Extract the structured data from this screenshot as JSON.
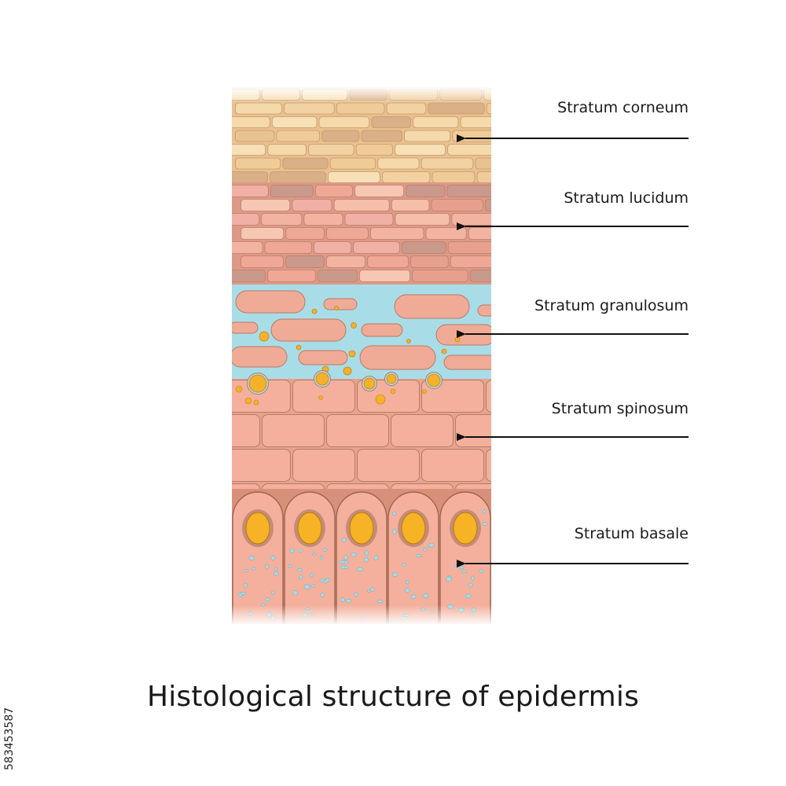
{
  "title": "Histological structure of epidermis",
  "stock_id": "583453587",
  "layers": [
    {
      "label": "Stratum corneum"
    },
    {
      "label": "Stratum lucidum"
    },
    {
      "label": "Stratum granulosum"
    },
    {
      "label": "Stratum spinosum"
    },
    {
      "label": "Stratum basale"
    }
  ],
  "colors": {
    "corneum": "#f0d4a4",
    "lucidum": "#f2b8a2",
    "granulosum_fluid": "#a8dde8",
    "cell": "#f4b09c",
    "cell_outline": "#b97a64",
    "granule": "#f5b12a",
    "nucleus": "#f5b325",
    "arrow": "#111111"
  }
}
